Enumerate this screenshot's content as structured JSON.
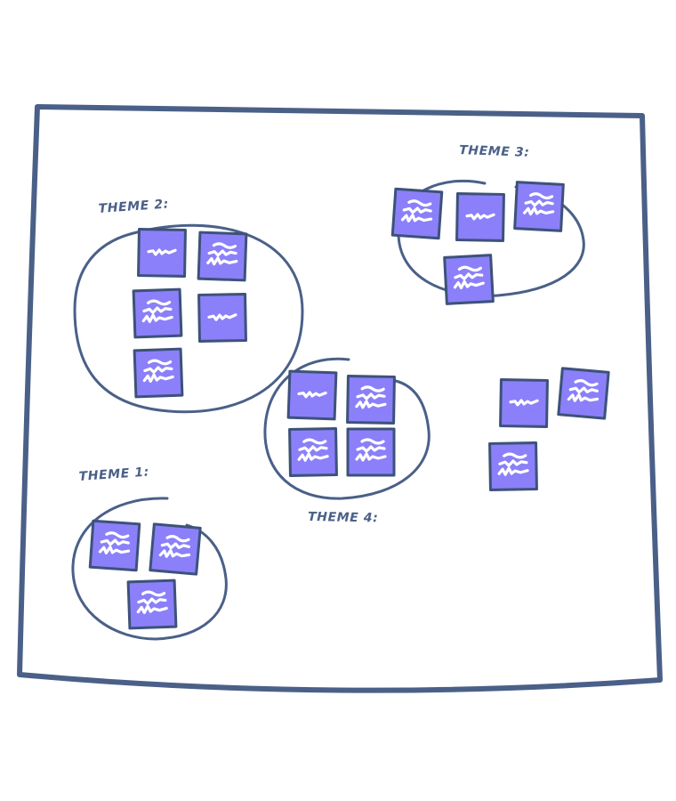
{
  "colors": {
    "outline": "#4a6088",
    "note_fill": "#8b80f9",
    "note_border": "#3d527a",
    "scribble": "#ffffff",
    "background": "#ffffff"
  },
  "board": {
    "icon": "affinity-board",
    "themes": [
      {
        "label": "THEME 1:",
        "note_count": 3
      },
      {
        "label": "THEME 2:",
        "note_count": 5
      },
      {
        "label": "THEME 3:",
        "note_count": 4
      },
      {
        "label": "THEME 4:",
        "note_count": 4
      }
    ],
    "unsorted_note_count": 3
  }
}
